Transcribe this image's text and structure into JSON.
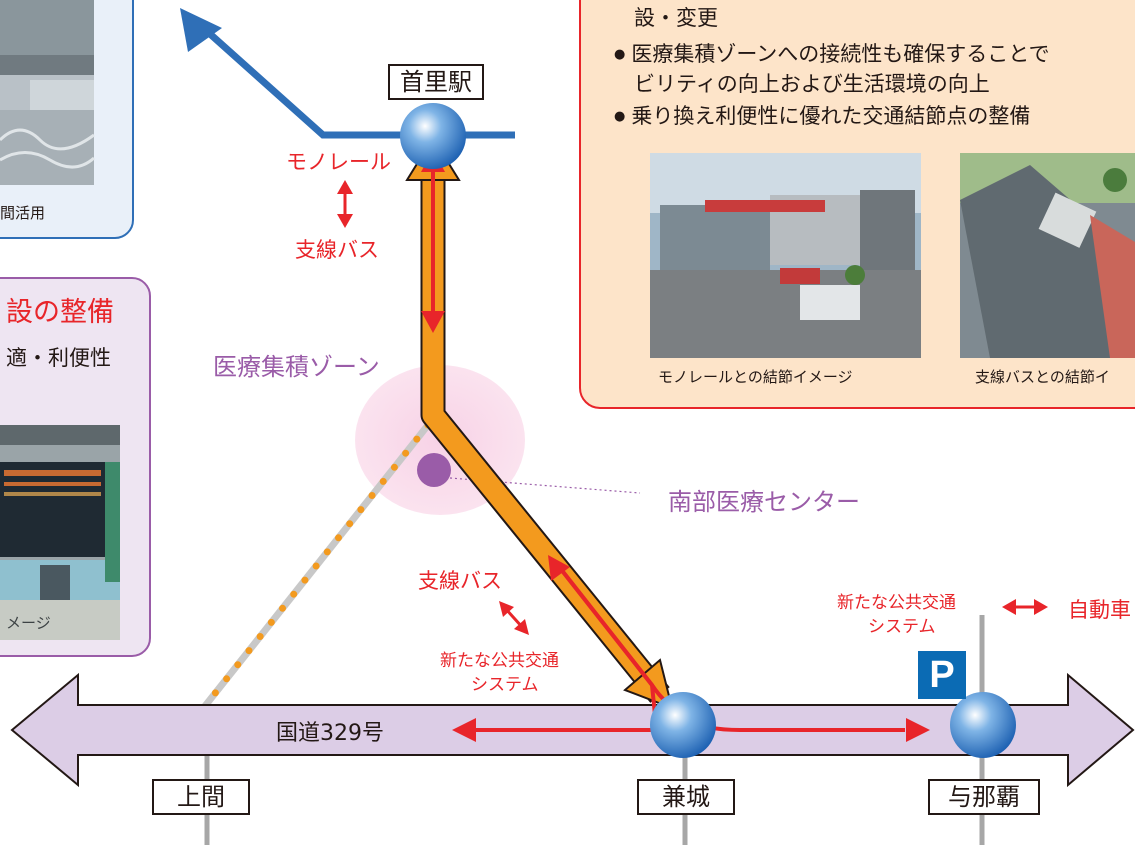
{
  "top_left_panel": {
    "caption": "間活用"
  },
  "left_panel": {
    "title": "設の整備",
    "subtitle": "適・利便性",
    "photo_caption": "メージ"
  },
  "right_panel": {
    "bullets": [
      "設・変更",
      "医療集積ゾーンへの接続性も確保することで",
      "ビリティの向上および生活環境の向上",
      "乗り換え利便性に優れた交通結節点の整備"
    ],
    "photo1_caption": "モノレールとの結節イメージ",
    "photo2_caption": "支線バスとの結節イ"
  },
  "map": {
    "station_shuri": "首里駅",
    "label_monorail": "モノレール",
    "label_branch_bus_top": "支線バス",
    "zone_label": "医療集積ゾーン",
    "hospital_label": "南部医療センター",
    "label_branch_bus_mid": "支線バス",
    "label_new_transit_mid_1": "新たな公共交通",
    "label_new_transit_mid_2": "システム",
    "label_new_transit_right_1": "新たな公共交通",
    "label_new_transit_right_2": "システム",
    "label_car": "自動車",
    "parking_icon": "P",
    "road_label": "国道329号",
    "station_uema": "上間",
    "station_kanegusuku": "兼城",
    "station_yonabaru": "与那覇"
  },
  "colors": {
    "accent_red": "#e8252a",
    "orange": "#f39a1e",
    "purple": "#9a5ca8",
    "road_lavender": "#dccde6",
    "blue_line": "#2f6fb7",
    "panel_peach": "#fde4c9",
    "panel_lavender": "#eee5f2",
    "panel_blue": "#e9f0f9"
  }
}
